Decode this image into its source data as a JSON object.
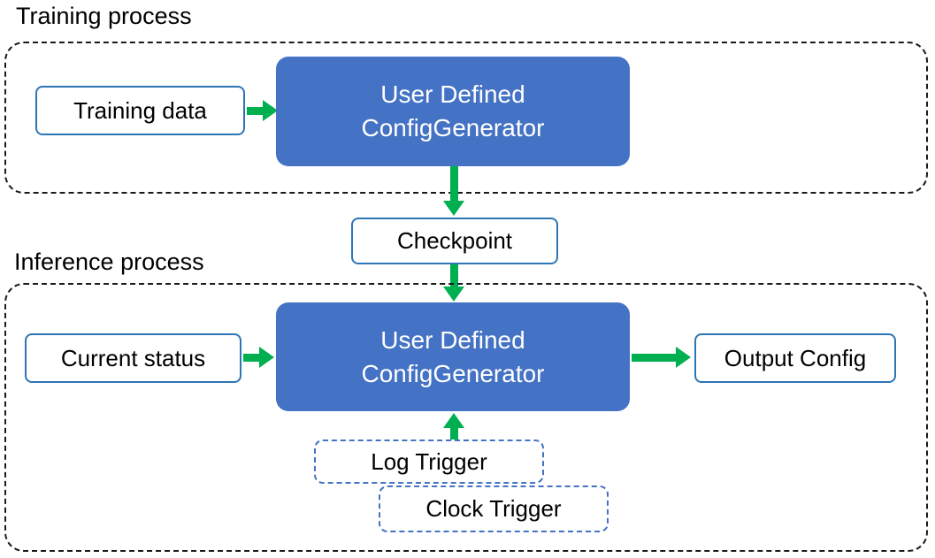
{
  "sections": {
    "training": {
      "label": "Training process"
    },
    "inference": {
      "label": "Inference process"
    }
  },
  "nodes": {
    "training_data": {
      "label": "Training data"
    },
    "train_generator": {
      "line1": "User Defined",
      "line2": "ConfigGenerator"
    },
    "checkpoint": {
      "label": "Checkpoint"
    },
    "current_status": {
      "label": "Current status"
    },
    "infer_generator": {
      "line1": "User Defined",
      "line2": "ConfigGenerator"
    },
    "output_config": {
      "label": "Output Config"
    },
    "log_trigger": {
      "label": "Log Trigger"
    },
    "clock_trigger": {
      "label": "Clock Trigger"
    }
  },
  "colors": {
    "generator_fill": "#4472C4",
    "generator_text": "#FFFFFF",
    "io_node_border": "#2E75B6",
    "trigger_border": "#4472C4",
    "arrow": "#00B050",
    "container_border": "#1A1A1A",
    "label_text": "#000000"
  }
}
